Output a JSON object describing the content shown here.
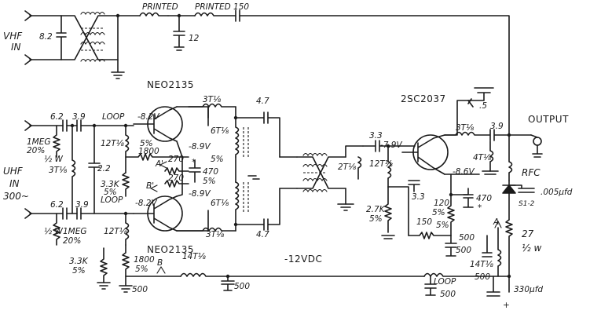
{
  "labels": {
    "printed1": "PRINTED",
    "printed2": "PRINTED 150",
    "cap12": "12",
    "vhf": "VHF",
    "in_vhf": "IN",
    "cap82": "8.2",
    "neo_top": "NEO2135",
    "neo_bot": "NEO2135",
    "c62a": "6.2",
    "c39a": "3.9",
    "loop_top": "LOOP",
    "v82a": "-8.2V",
    "t3t18_top": "3T⅛",
    "c47_top": "4.7",
    "t6t18_top": "6T⅛",
    "v89a": "-8.9V",
    "r5a": "5%",
    "r1800": "1800",
    "r270a": "270",
    "star1": "*",
    "r5b": "5%",
    "c470a": "470",
    "pA": "A'",
    "pB": "B'",
    "r270b": "270",
    "r5c": "5%",
    "v89b": "-8.9V",
    "t12t18a": "12T⅛",
    "c22": "2.2",
    "r33k_a": "3.3K",
    "r5d": "5%",
    "loop_bot": "LOOP",
    "v82b": "-8.2V",
    "t6t18_bot": "6T⅛",
    "t3t18_bot": "3T⅛",
    "c47_bot": "4.7",
    "r1meg_a": "1MEG",
    "r20a": "20%",
    "r12wa": "½ W",
    "t3t18_in": "3T⅛",
    "uhf": "UHF",
    "in_uhf": "IN",
    "ohms300": "300~",
    "c62b": "6.2",
    "c39b": "3.9",
    "r12wb": "½ W",
    "r1meg_b": "1MEG",
    "r20b": "20%",
    "t12t18b": "12T⅛",
    "r33k_b": "3.3K",
    "r5e": "5%",
    "r1800b": "1800",
    "r5f": "5%",
    "pB2": "B",
    "t14t18a": "14T⅛",
    "c500a": "500",
    "c500b": "500",
    "vdc": "-12VDC",
    "sc2037": "2SC2037",
    "c5": ".5",
    "output": "OUTPUT",
    "c33a": "3.3",
    "v79": "-7.9V",
    "t3t18_out": "3T⅛",
    "c39c": "3.9",
    "t4t18": "4T⅛",
    "t2t18": "2T⅛",
    "t12t18c": "12T⅛",
    "v86": "-8.6V",
    "c33b": "3.3",
    "c470b": "470",
    "star2": "*",
    "rfc": "RFC",
    "c005": ".005μfd",
    "d_s12": "S1-2",
    "r27k": "2.7K",
    "r5g": "5%",
    "r120": "120",
    "r5h": "5%",
    "r150": "150",
    "r5i": "5%",
    "c500c": "500",
    "c500d": "500",
    "pA2": "A",
    "t14t18b": "14T⅛",
    "r27": "27",
    "r12wc": "½ w",
    "c500e": "500",
    "loop_out": "LOOP",
    "c500f": "500",
    "c330": "330μfd",
    "plus": "+"
  }
}
